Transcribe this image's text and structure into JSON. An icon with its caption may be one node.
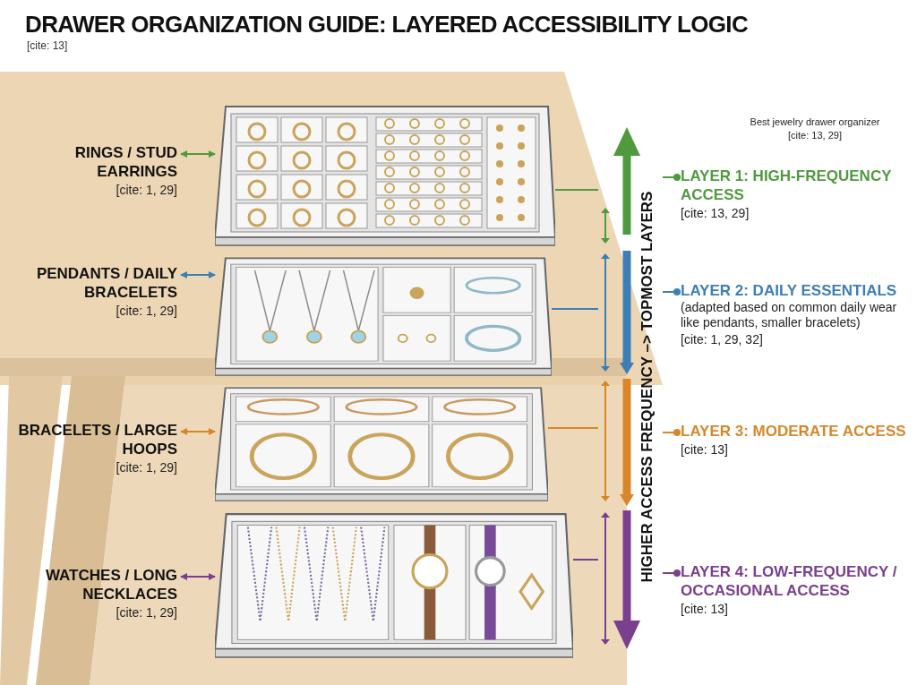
{
  "diagram": {
    "title": "DRAWER ORGANIZATION GUIDE: LAYERED ACCESSIBILITY LOGIC",
    "nodes": [
      {
        "text": [
          "RINGS / STUD EARRINGS",
          "[cite: 1, 29]"
        ]
      },
      {
        "text": [
          "PENDANTS / DAILY BRACELETS",
          "[cite: 1, 29]"
        ]
      },
      {
        "text": [
          "BRACELETS / LARGE HOOPS",
          "[cite: 1, 29]"
        ]
      },
      {
        "text": [
          "WATCHES / LONG NECKLACES",
          "[cite: 1, 29]"
        ]
      },
      {
        "text": [],
        "shape": "picture"
      },
      {
        "text": [],
        "shape": "picture"
      },
      {
        "text": [],
        "shape": "picture"
      },
      {
        "text": [],
        "shape": "picture"
      },
      {
        "text": [
          "LAYER 1: HIGH-FREQUENCY ACCESS",
          "[cite: 13, 29]"
        ]
      },
      {
        "text": [
          "LAYER 2: DAILY ESSENTIALS",
          "(adapted based on common daily wear like pendants, smaller bracelets)",
          "[cite: 1, 29, 32]"
        ]
      },
      {
        "text": [
          "LAYER 3: MODERATE ACCESS",
          "[cite: 13]"
        ]
      },
      {
        "text": [
          "LAYER 4: LOW-FREQUENCY / OCCASIONAL ACCESS",
          "[cite: 13]"
        ]
      }
    ],
    "edges": [
      {
        "from": 0,
        "to": 4,
        "arrow": "both",
        "color": "#4f9a3e"
      },
      {
        "from": 1,
        "to": 5,
        "arrow": "both",
        "color": "#3d7eb5"
      },
      {
        "from": 2,
        "to": 6,
        "arrow": "both",
        "color": "#d9862b"
      },
      {
        "from": 3,
        "to": 7,
        "arrow": "both",
        "color": "#7a3f8f"
      },
      {
        "from": 4,
        "to": null,
        "arrow": "none",
        "color": "#4f9a3e"
      },
      {
        "from": 5,
        "to": null,
        "arrow": "none",
        "color": "#3d7eb5"
      },
      {
        "from": 6,
        "to": null,
        "arrow": "none",
        "color": "#d9862b"
      },
      {
        "from": 7,
        "to": null,
        "arrow": "none",
        "color": "#7a3f8f"
      },
      {
        "from": 8,
        "to": null,
        "arrow": "other",
        "color": "#4f9a3e"
      },
      {
        "from": 9,
        "to": null,
        "arrow": "other",
        "color": "#3d7eb5"
      },
      {
        "from": 10,
        "to": null,
        "arrow": "other",
        "color": "#d9862b"
      },
      {
        "from": 11,
        "to": null,
        "arrow": "other",
        "color": "#7a3f8f"
      }
    ],
    "labels": [
      "[cite: 13]",
      "Best jewelry drawer organizer",
      "[cite: 13, 29]",
      "HIGHER ACCESS FREQUENCY –> TOPMOST LAYERS"
    ]
  }
}
